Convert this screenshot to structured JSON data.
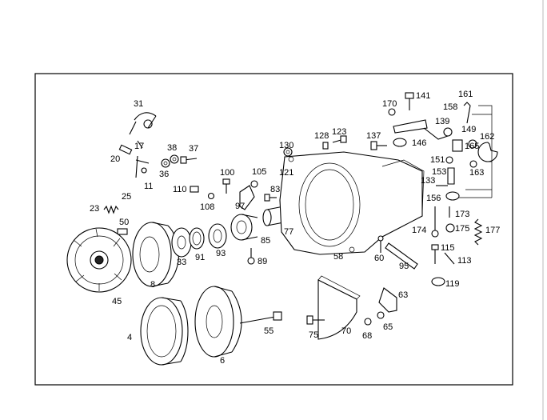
{
  "diagram": {
    "labels": [
      "31",
      "17",
      "20",
      "36",
      "38",
      "37",
      "11",
      "25",
      "23",
      "50",
      "8",
      "45",
      "33",
      "91",
      "93",
      "89",
      "110",
      "108",
      "100",
      "97",
      "105",
      "83",
      "121",
      "85",
      "77",
      "130",
      "128",
      "123",
      "58",
      "137",
      "170",
      "141",
      "146",
      "139",
      "149",
      "158",
      "161",
      "162",
      "165",
      "151",
      "153",
      "163",
      "133",
      "156",
      "173",
      "174",
      "175",
      "177",
      "115",
      "113",
      "60",
      "95",
      "119",
      "63",
      "70",
      "75",
      "68",
      "65",
      "4",
      "6",
      "55"
    ]
  }
}
